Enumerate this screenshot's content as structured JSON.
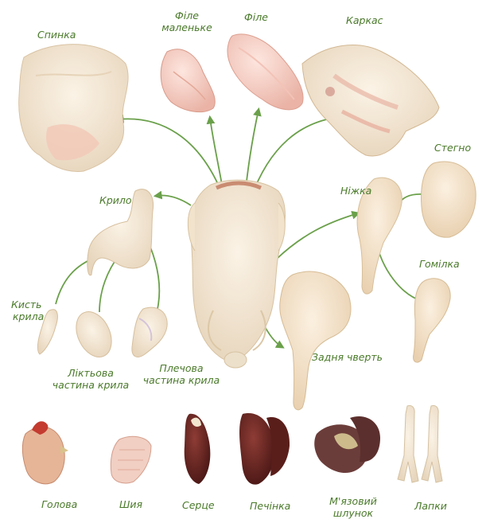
{
  "colors": {
    "label": "#4a7a2a",
    "arrow": "#6aa04a",
    "raw_meat": "#f3d6c8",
    "skin": "#efe3cf",
    "organ": "#6b2a26",
    "feet": "#f0ebdf"
  },
  "labels": {
    "back": "Спинка",
    "small_fillet": {
      "line1": "Філе",
      "line2": "маленьке"
    },
    "fillet": "Філе",
    "carcass": "Каркас",
    "thigh": "Стегно",
    "leg": "Ніжка",
    "wing": "Крило",
    "drumstick": "Гомілка",
    "wing_tip": {
      "line1": "Кисть",
      "line2": "крила"
    },
    "wing_middle": {
      "line1": "Ліктьова",
      "line2": "частина крила"
    },
    "wing_shoulder": {
      "line1": "Плечова",
      "line2": "частина крила"
    },
    "hind_quarter": "Задня чверть",
    "head": "Голова",
    "neck": "Шия",
    "heart": "Серце",
    "liver": "Печінка",
    "gizzard": {
      "line1": "М'язовий",
      "line2": "шлунок"
    },
    "feet": "Лапки"
  }
}
